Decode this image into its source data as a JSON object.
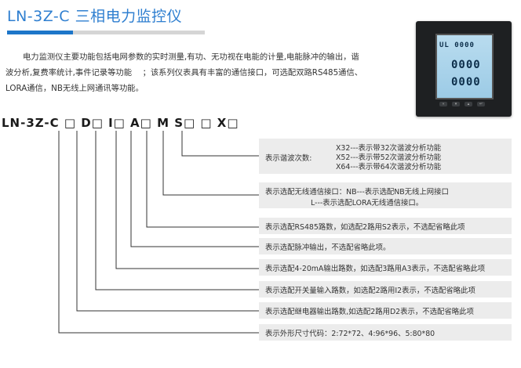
{
  "title": "LN-3Z-C  三相电力监控仪",
  "description": {
    "line1": "电力监测仪主要功能包括电网参数的实时测量,有功、无功视在电能的计量,电能脉冲的输出，谐",
    "line2": "波分析,复费率统计,事件记录等功能 　；该系列仪表具有丰富的通信接口，可选配双路RS485通信、",
    "line3": "LORA通信，NB无线上网通讯等功能。"
  },
  "meter": {
    "screen_rows": [
      "UL 0000",
      "0000",
      "0000"
    ],
    "colors": {
      "screen": "#a8d4ec",
      "body": "#1e2022"
    }
  },
  "model_code": "LN-3Z-C □ D□ I□ A□ M S□ □ X□",
  "boxes": {
    "harmonic": {
      "label": "表示谐波次数:",
      "lines": [
        "X32---表示带32次谐波分析功能",
        "X52---表示带52次谐波分析功能",
        "X64---表示带64次谐波分析功能"
      ]
    },
    "wireless": {
      "line1": "表示选配无线通信接口：NB---表示选配NB无线上网接口",
      "line2": "L---表示选配LORA无线通信接口。"
    },
    "rs485": "表示选配RS485路数，如选配2路用S2表示，不选配省略此项",
    "pulse": "表示选配脉冲输出，不选配省略此项。",
    "analog": "表示选配4-20mA输出路数，如选配3路用A3表示，不选配省略此项",
    "switch_in": "表示选配开关量输入路数，如选配2路用I2表示，不选配省略此项",
    "relay": "表示选配继电器输出路数,如选配2路用D2表示，不选配省略此项",
    "size": "表示外形尺寸代码：2:72*72、4:96*96、5:80*80"
  },
  "colors": {
    "accent": "#1d76c9",
    "box_bg": "#ececec",
    "line": "#333333"
  }
}
